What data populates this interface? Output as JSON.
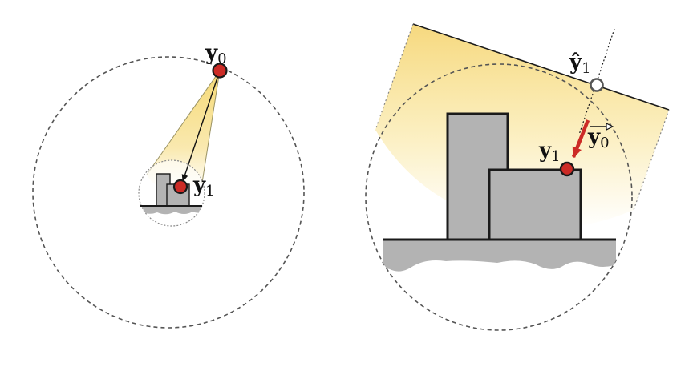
{
  "left_panel": {
    "label_top": {
      "symbol": "y",
      "subscript": "0"
    },
    "label_bottom": {
      "symbol": "y",
      "subscript": "1"
    }
  },
  "right_panel": {
    "label_estimate": {
      "symbol": "ŷ",
      "subscript": "1"
    },
    "label_point": {
      "symbol": "y",
      "subscript": "1"
    },
    "label_vector": {
      "symbol": "y",
      "subscript": "0",
      "accent": "⃗"
    }
  },
  "colors": {
    "point_fill": "#cc2b26",
    "point_stroke": "#1a1a1a",
    "cone_fill": "#f5d76e",
    "block_fill": "#b3b3b3",
    "ground_fill": "#b3b3b3",
    "arrow_red": "#cc2b26",
    "dashed_circle": "#555555"
  }
}
